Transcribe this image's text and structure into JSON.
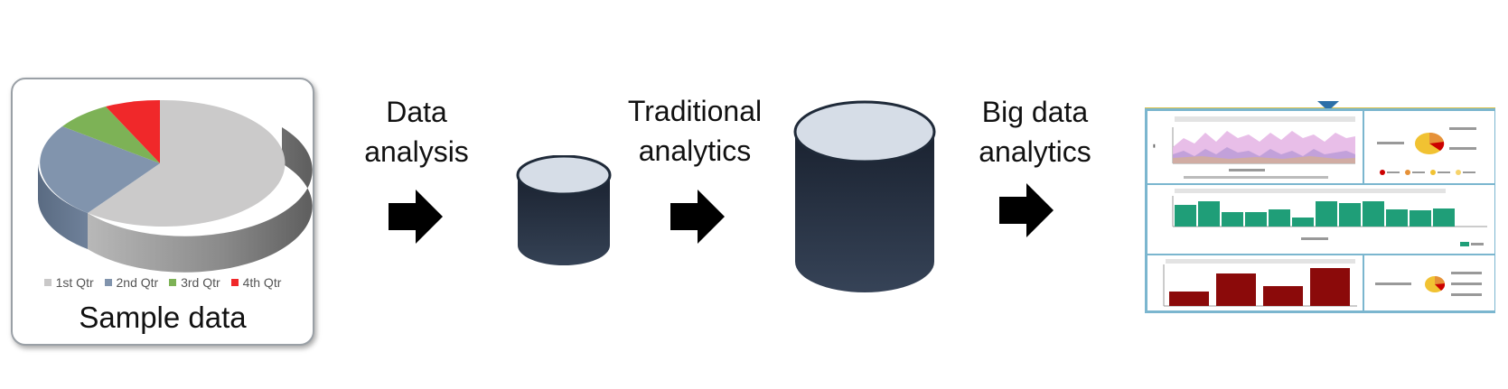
{
  "sample_data": {
    "caption": "Sample data",
    "legend": [
      {
        "label": "1st Qtr",
        "color": "#c9c8c8"
      },
      {
        "label": "2nd Qtr",
        "color": "#8194ad"
      },
      {
        "label": "3rd Qtr",
        "color": "#7db256"
      },
      {
        "label": "4th Qtr",
        "color": "#f0282a"
      }
    ]
  },
  "stages": {
    "data_analysis": [
      "Data",
      "analysis"
    ],
    "traditional_analytics": [
      "Traditional",
      "analytics"
    ],
    "big_data_analytics": [
      "Big data",
      "analytics"
    ]
  },
  "colors": {
    "cylinder_body": "#1f2a39",
    "cylinder_top": "#d6dde7",
    "arrow": "#000000",
    "dashboard_border": "#7bb6cf",
    "bar_green": "#1f9e78",
    "bar_red": "#8b0a0a"
  },
  "icons": {
    "arrow": "right-arrow-icon",
    "database": "database-cylinder-icon",
    "dashboard": "dashboard-thumbnail"
  }
}
